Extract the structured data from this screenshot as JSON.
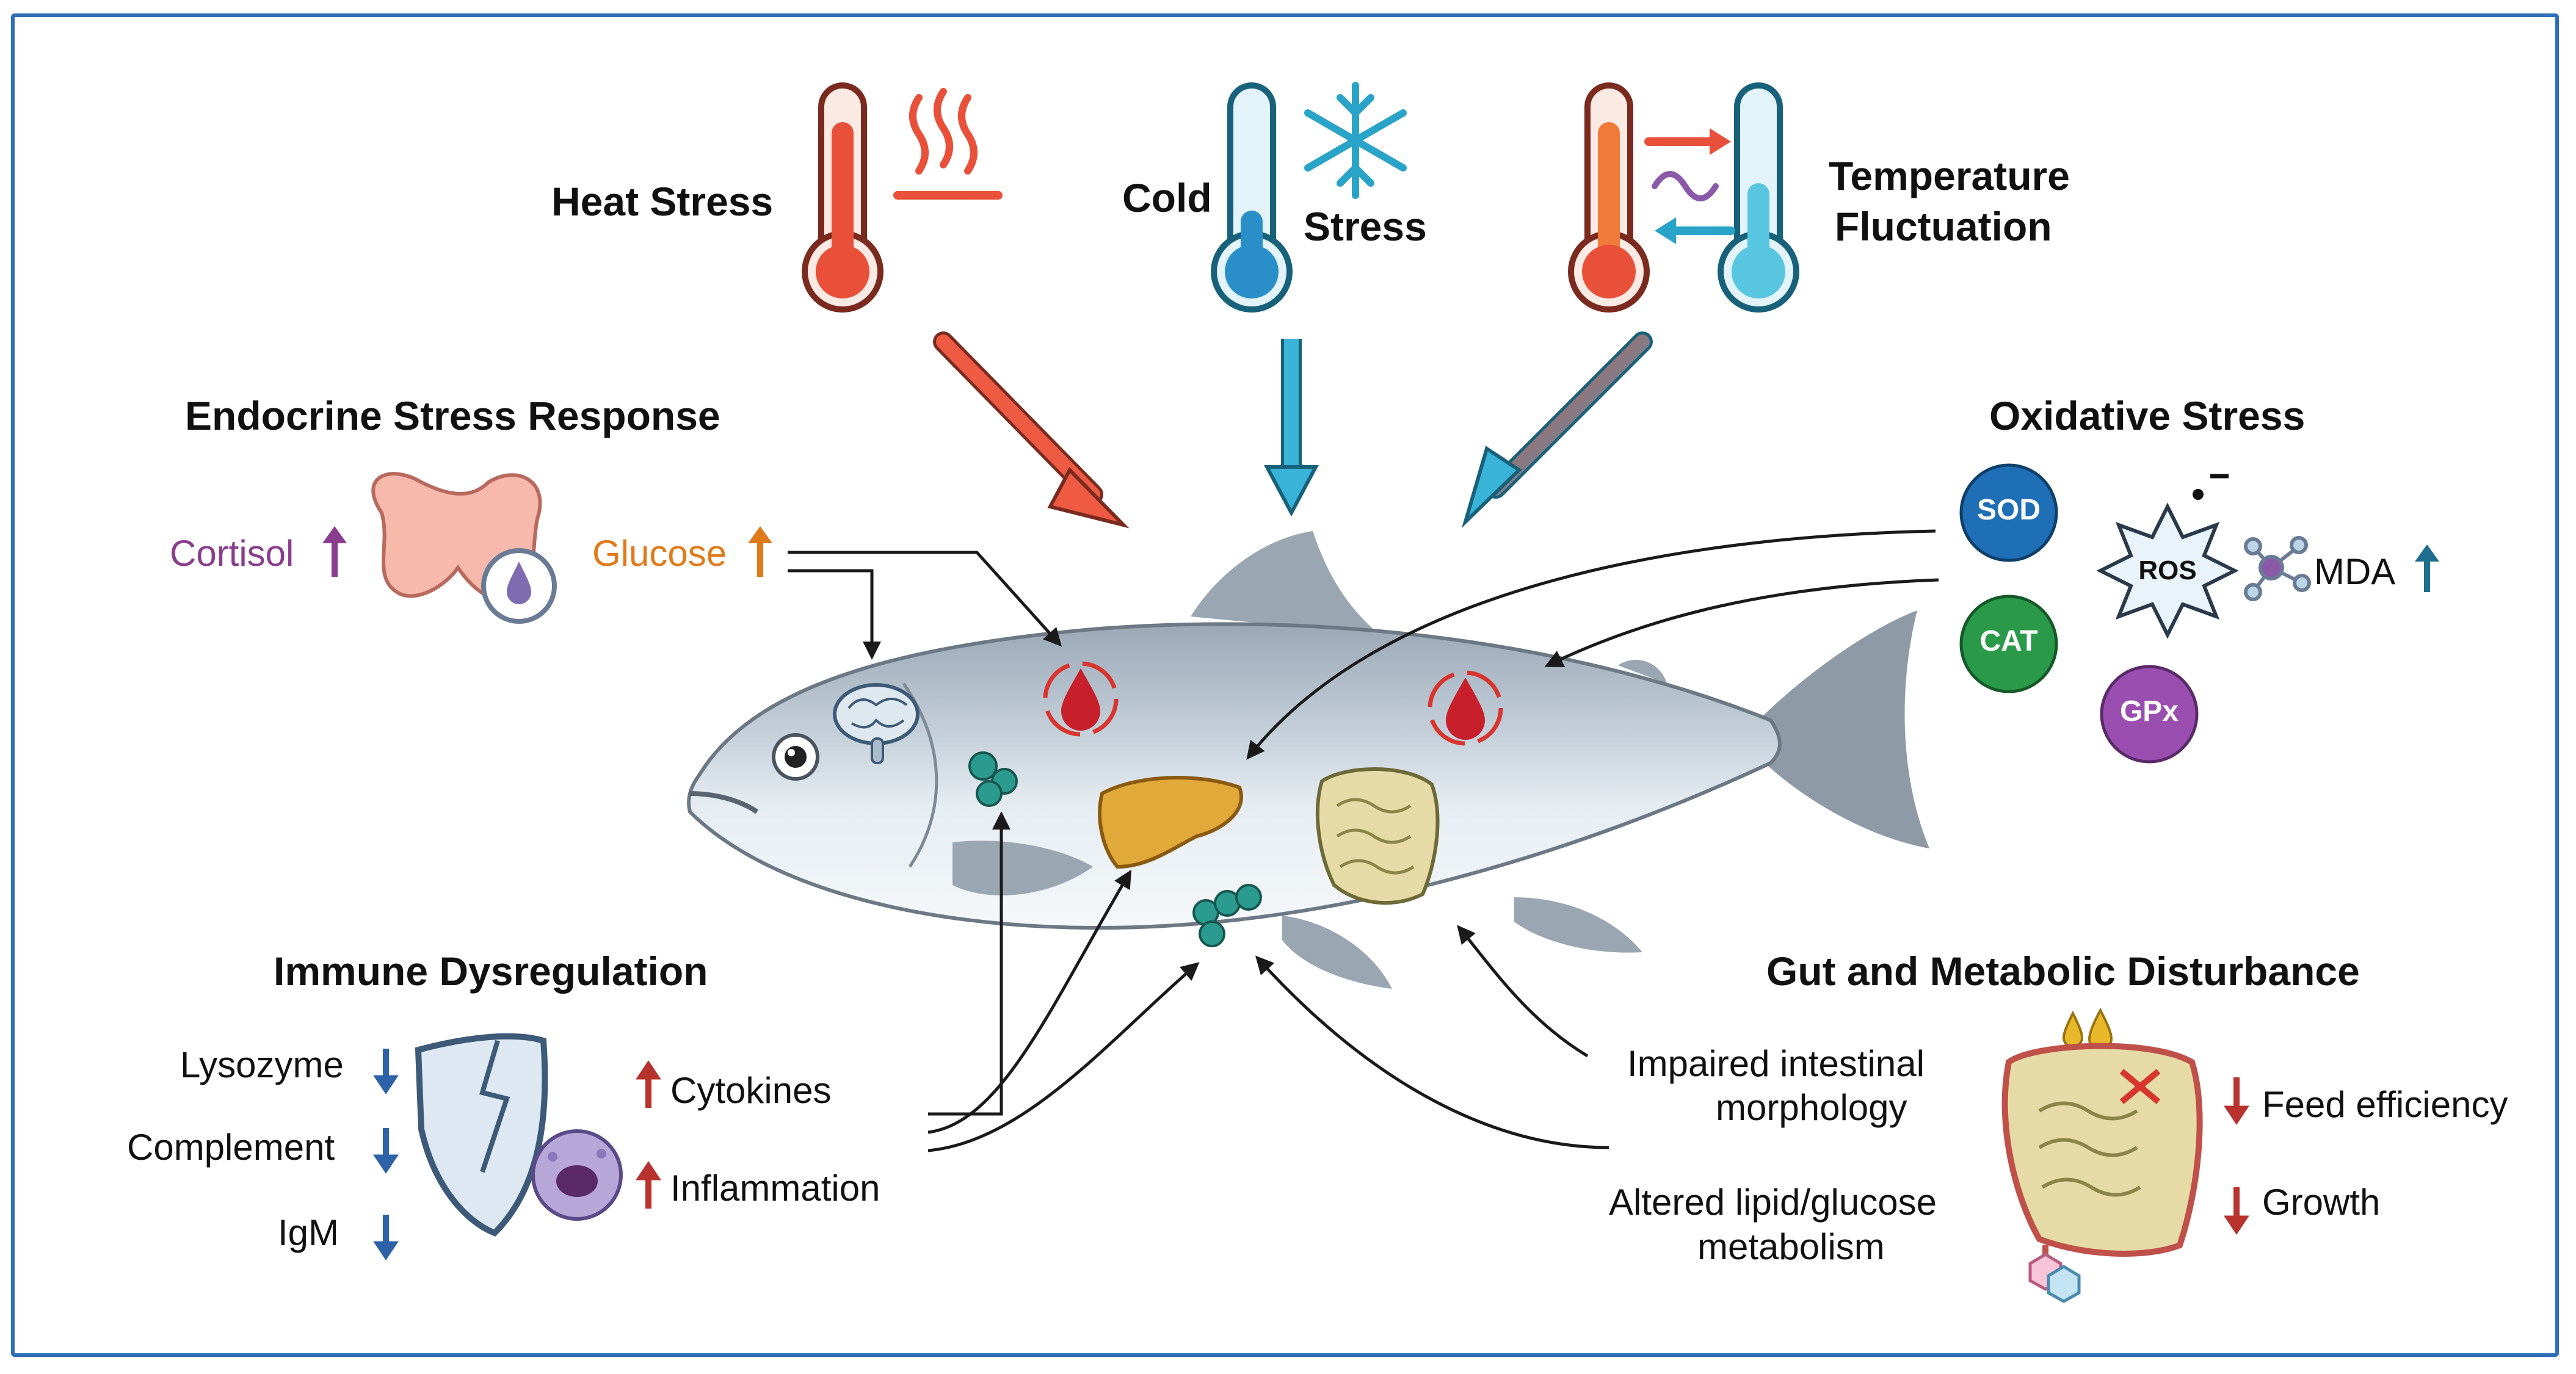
{
  "stressors": {
    "heat": "Heat Stress",
    "cold_1": "Cold",
    "cold_2": "Stress",
    "fluct_1": "Temperature",
    "fluct_2": "Fluctuation"
  },
  "endocrine": {
    "title": "Endocrine Stress Response",
    "cortisol": "Cortisol",
    "glucose": "Glucose"
  },
  "oxidative": {
    "title": "Oxidative Stress",
    "sod": "SOD",
    "cat": "CAT",
    "gpx": "GPx",
    "ros": "ROS",
    "mda": "MDA"
  },
  "immune": {
    "title": "Immune Dysregulation",
    "lysozyme": "Lysozyme",
    "complement": "Complement",
    "igm": "IgM",
    "cytokines": "Cytokines",
    "inflammation": "Inflammation"
  },
  "gut": {
    "title": "Gut and Metabolic Disturbance",
    "impaired_1": "Impaired intestinal",
    "impaired_2": "morphology",
    "altered_1": "Altered lipid/glucose",
    "altered_2": "metabolism",
    "feed": "Feed efficiency",
    "growth": "Growth"
  },
  "colors": {
    "frame": "#2f6fb8",
    "heat": "#e8503a",
    "cold": "#2aa3c8",
    "cortisol": "#8a3d8e",
    "glucose": "#e07b1a",
    "down_arrow": "#2e62a8",
    "up_arrow": "#b8332e"
  }
}
